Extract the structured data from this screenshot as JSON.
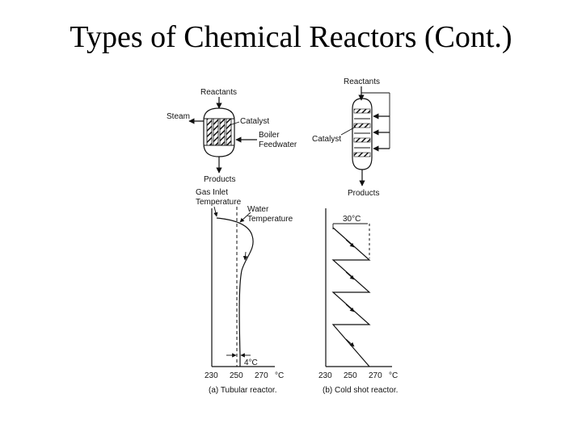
{
  "slide": {
    "title": "Types of Chemical Reactors (Cont.)"
  },
  "tubular": {
    "reactants": "Reactants",
    "steam": "Steam",
    "catalyst": "Catalyst",
    "boiler": "Boiler",
    "feedwater": "Feedwater",
    "products": "Products",
    "gas_inlet_1": "Gas Inlet",
    "gas_inlet_2": "Temperature",
    "water_1": "Water",
    "water_2": "Temperature",
    "delta": "4°C",
    "ticks": [
      "230",
      "250",
      "270",
      "°C"
    ],
    "caption": "(a) Tubular reactor."
  },
  "coldshot": {
    "reactants": "Reactants",
    "catalyst": "Catalyst",
    "products": "Products",
    "delta": "30°C",
    "ticks": [
      "230",
      "250",
      "270",
      "°C"
    ],
    "caption": "(b) Cold shot reactor."
  }
}
